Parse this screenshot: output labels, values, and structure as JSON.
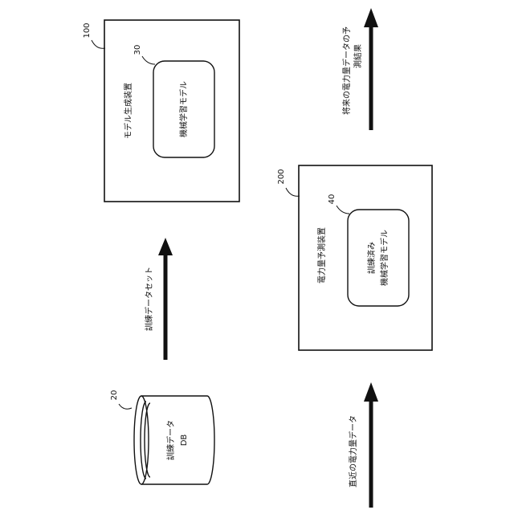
{
  "refs": {
    "model_gen": "100",
    "ml_model": "30",
    "predictor": "200",
    "trained_model": "40",
    "training_db": "20"
  },
  "labels": {
    "model_gen_device": "モデル生成装置",
    "ml_model": "機械学習モデル",
    "predictor_device": "電力量予測装置",
    "trained_model_line1": "訓練済み",
    "trained_model_line2": "機械学習モデル",
    "training_db_line1": "訓練データ",
    "training_db_line2": "DB",
    "training_dataset": "訓練データセット",
    "recent_power_data": "直近の電力量データ",
    "prediction_result_line1": "将来の電力量データの予",
    "prediction_result_line2": "測結果"
  },
  "colors": {
    "stroke": "#111111",
    "background": "#ffffff"
  }
}
